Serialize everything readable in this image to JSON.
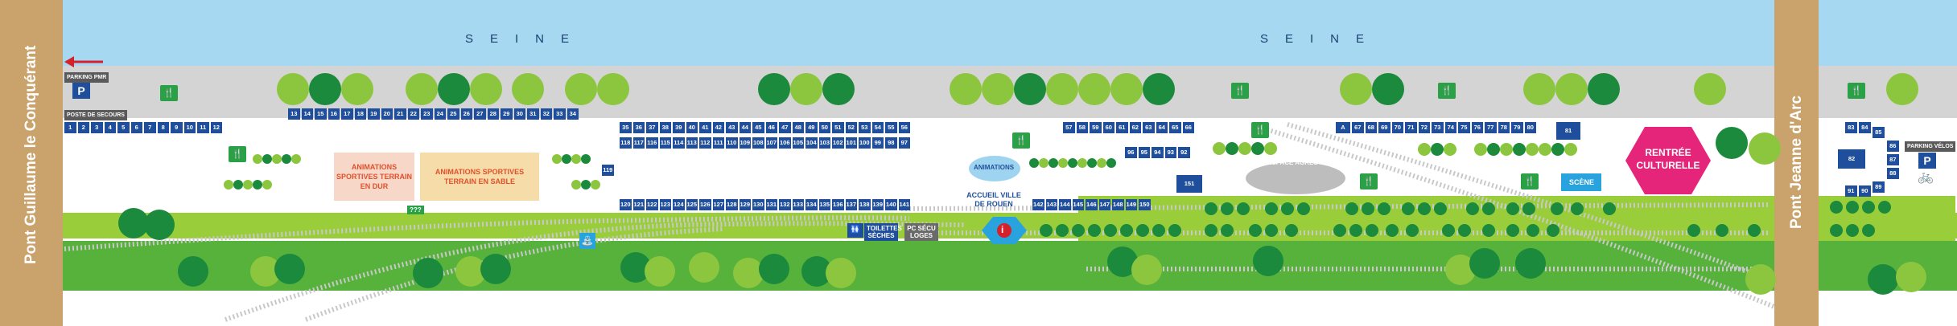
{
  "bridges": {
    "left": "Pont Guillaume le Conquérant",
    "right": "Pont Jeanne d'Arc"
  },
  "river": {
    "left": "SEINE",
    "right": "SEINE"
  },
  "labels": {
    "parking_pmr": "PARKING PMR",
    "parking_velos": "PARKING VÉLOS",
    "poste_secours": "POSTE DE SECOURS",
    "animations_dur": "ANIMATIONS SPORTIVES TERRAIN EN DUR",
    "animations_sable": "ANIMATIONS SPORTIVES TERRAIN EN SABLE",
    "animations": "ANIMATIONS",
    "accueil": "ACCUEIL VILLE DE ROUEN",
    "espace_agres": "ESPACE AGRÈS",
    "scene": "SCÈNE",
    "rentree": "RENTRÉE CULTURELLE",
    "toilettes": "TOILETTES SÈCHES",
    "pc_secu": "PC SÉCU LOGES",
    "info": "i",
    "parking_p": "P",
    "a_label": "A",
    "q": "???"
  },
  "stands": {
    "row_a": [
      "1",
      "2",
      "3",
      "4",
      "5",
      "6",
      "7",
      "8",
      "9",
      "10",
      "11",
      "12"
    ],
    "row_b": [
      "13",
      "14",
      "15",
      "16",
      "17",
      "18",
      "19",
      "20",
      "21",
      "22",
      "23",
      "24",
      "25",
      "26",
      "27",
      "28",
      "29",
      "30",
      "31",
      "32",
      "33",
      "34"
    ],
    "row_c": [
      "35",
      "36",
      "37",
      "38",
      "39",
      "40",
      "41",
      "42",
      "43",
      "44",
      "45",
      "46",
      "47",
      "48",
      "49",
      "50",
      "51",
      "52",
      "53",
      "54",
      "55",
      "56"
    ],
    "row_d": [
      "118",
      "117",
      "116",
      "115",
      "114",
      "113",
      "112",
      "111",
      "110",
      "109",
      "108",
      "107",
      "106",
      "105",
      "104",
      "103",
      "102",
      "101",
      "100",
      "99",
      "98",
      "97"
    ],
    "row_e": [
      "120",
      "121",
      "122",
      "123",
      "124",
      "125",
      "126",
      "127",
      "128",
      "129",
      "130",
      "131",
      "132",
      "133",
      "134",
      "135",
      "136",
      "137",
      "138",
      "139",
      "140",
      "141"
    ],
    "row_f": [
      "57",
      "58",
      "59",
      "60",
      "61",
      "62",
      "63",
      "64",
      "65",
      "66"
    ],
    "row_g": [
      "96",
      "95",
      "94",
      "93",
      "92"
    ],
    "row_h": [
      "142",
      "143",
      "144",
      "145",
      "146",
      "147",
      "148",
      "149",
      "150"
    ],
    "row_i": [
      "67",
      "68",
      "69",
      "70",
      "71",
      "72",
      "73",
      "74",
      "75",
      "76",
      "77",
      "78",
      "79",
      "80"
    ],
    "single_119": "119",
    "single_151": "151",
    "single_81": "81",
    "right_col": [
      "83",
      "84",
      "85",
      "86",
      "87",
      "88",
      "89",
      "90",
      "91",
      "82"
    ]
  },
  "colors": {
    "river": "#a6d8f2",
    "road": "#d4d4d4",
    "bridge": "#c9a36b",
    "lawn": "#9acd3a",
    "lawn_dark": "#6bb83a",
    "stand": "#1f4f9c",
    "magenta": "#e5257a",
    "cyan": "#29a3dd",
    "tree_dark": "#1b8a3c",
    "tree_light": "#8cc63f"
  }
}
